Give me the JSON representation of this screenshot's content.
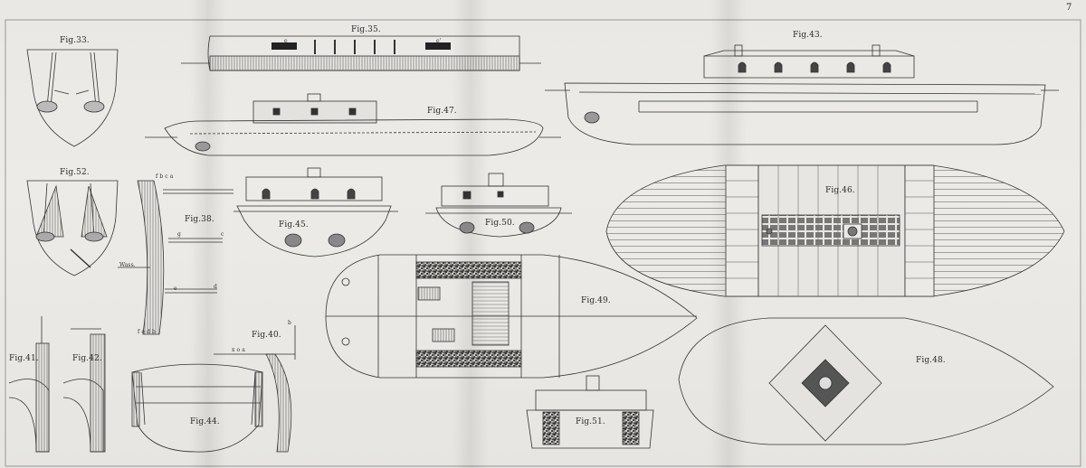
{
  "plate": {
    "number": "7",
    "paper_color": "#ebeae6",
    "ink_color": "#333333"
  },
  "figures": {
    "fig33": "Fig.33.",
    "fig35": "Fig.35.",
    "fig38": "Fig.38.",
    "fig40": "Fig.40.",
    "fig41": "Fig.41.",
    "fig42": "Fig.42.",
    "fig43": "Fig.43.",
    "fig44": "Fig.44.",
    "fig45": "Fig.45.",
    "fig46": "Fig.46.",
    "fig47": "Fig.47.",
    "fig48": "Fig.48.",
    "fig49": "Fig.49.",
    "fig50": "Fig.50.",
    "fig51": "Fig.51.",
    "fig52": "Fig.52."
  },
  "annotations": {
    "fig38_top": "f b c a",
    "fig38_bottom": "f e d b",
    "fig38_waterline": "Wass.",
    "fig38_point_c": "c",
    "fig38_point_d": "d",
    "fig38_point_e": "e",
    "fig38_point_g": "g",
    "fig40_letters": "x  o  a",
    "fig40_point_b": "b",
    "fig35_mark_e": "e",
    "fig35_mark_e2": "e'"
  }
}
